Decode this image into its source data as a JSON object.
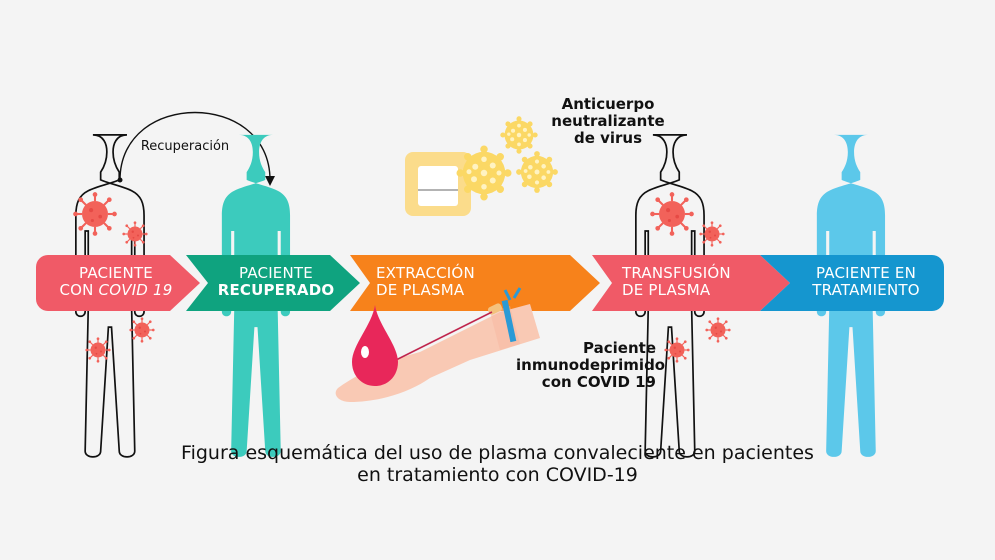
{
  "figure": {
    "caption_line1": "Figura esquemática del uso de plasma convaleciente en pacientes",
    "caption_line2": "en tratamiento con COVID-19",
    "background": "#f4f4f4"
  },
  "annotations": {
    "recovery_arrow_label": "Recuperación",
    "antibody_label_line1": "Anticuerpo",
    "antibody_label_line2": "neutralizante",
    "antibody_label_line3": "de virus",
    "immuno_label_line1": "Paciente",
    "immuno_label_line2": "inmunodeprimido",
    "immuno_label_line3": "con COVID 19"
  },
  "steps": [
    {
      "line1": "PACIENTE",
      "line2a": "CON ",
      "line2b": "COVID 19",
      "color": "#f05a67"
    },
    {
      "line1": "PACIENTE",
      "line2": "RECUPERADO",
      "color": "#0fa37f"
    },
    {
      "line1": "EXTRACCIÓN",
      "line2": "DE PLASMA",
      "color": "#f7821b"
    },
    {
      "line1": "TRANSFUSIÓN",
      "line2": "DE PLASMA",
      "color": "#f05a67"
    },
    {
      "line1": "PACIENTE EN",
      "line2": "TRATAMIENTO",
      "color": "#1596cf"
    }
  ],
  "colors": {
    "virus": "#f2625a",
    "recovered_figure": "#3ccbbd",
    "treated_figure": "#5cc8ea",
    "antibody": "#fbd865",
    "plasma_bag": "#fbdc8b",
    "blood_drop": "#e8275a",
    "skin": "#f9c9b4"
  }
}
